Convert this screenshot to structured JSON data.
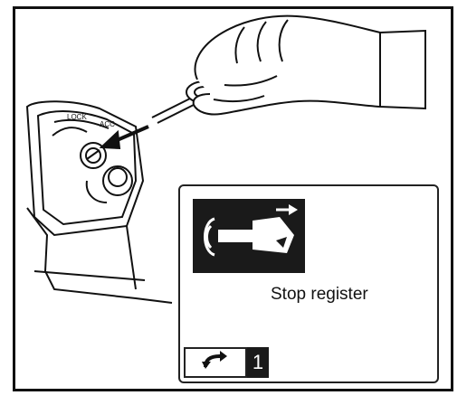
{
  "screen": {
    "label": "Stop register",
    "step_number": "1",
    "icons": {
      "illustration": "hand-inserting-key-into-ignition",
      "key_icon": "key-insert-arrow-icon",
      "back_icon": "return-arrow-icon"
    }
  }
}
